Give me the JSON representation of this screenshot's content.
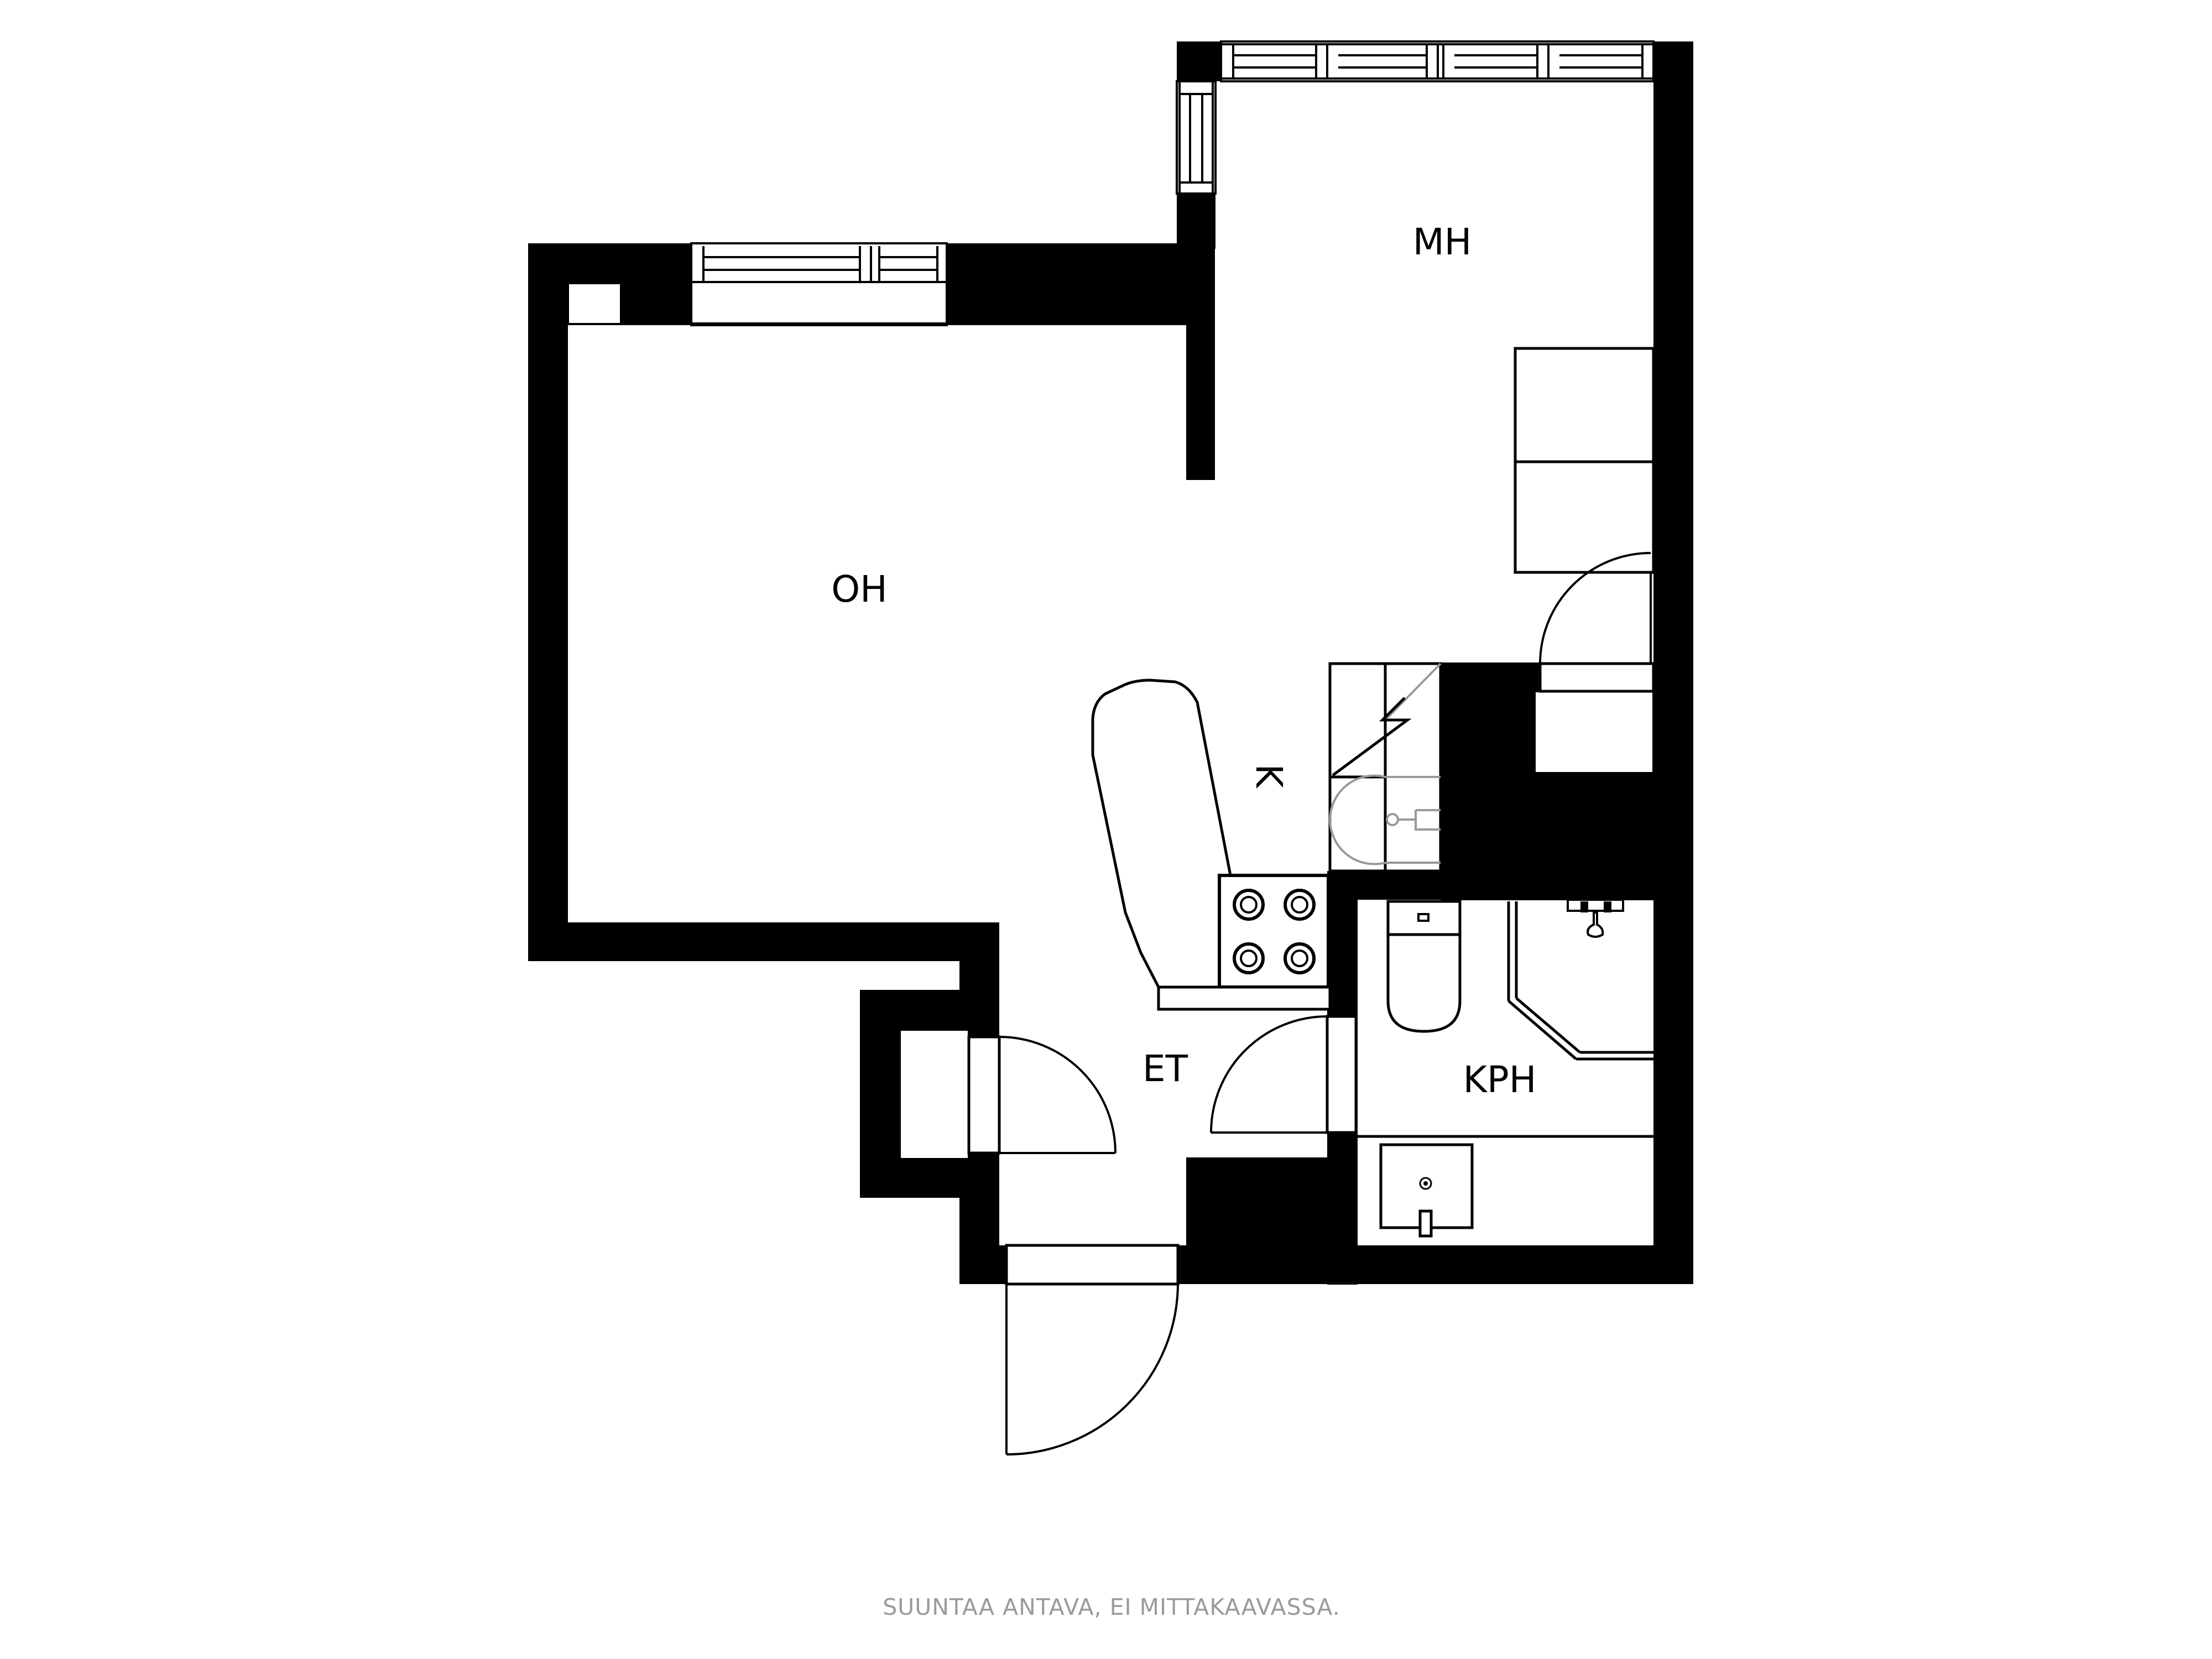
{
  "rooms": {
    "mh": "MH",
    "oh": "OH",
    "k": "K",
    "et": "ET",
    "kph": "KPH"
  },
  "disclaimer": "SUUNTAA ANTAVA, EI MITTAKAAVASSA.",
  "colors": {
    "wall": "#000000",
    "background": "#ffffff",
    "note": "#9a9a9a",
    "fixture_grey": "#999999"
  }
}
